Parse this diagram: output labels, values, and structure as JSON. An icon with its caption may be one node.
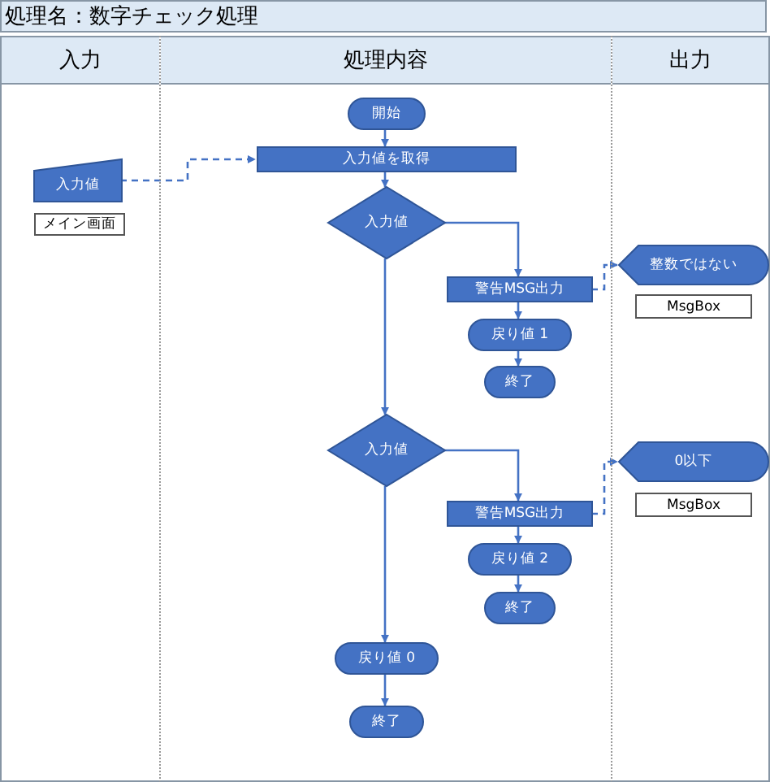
{
  "diagram": {
    "title": "処理名：数字チェック処理",
    "nodes": [
      {
        "text": [
          "入力"
        ]
      },
      {
        "text": [
          "処理内容"
        ]
      },
      {
        "text": [
          "出力"
        ]
      },
      {
        "text": [
          "入力値"
        ],
        "in": 0
      },
      {
        "text": [
          "メイン画面"
        ],
        "in": 0
      },
      {
        "text": [
          "開始"
        ],
        "in": 1
      },
      {
        "text": [
          "入力値を取得"
        ],
        "in": 1
      },
      {
        "text": [
          "入力値"
        ],
        "in": 1
      },
      {
        "text": [
          "警告MSG出力"
        ],
        "in": 1
      },
      {
        "text": [
          "戻り値 1"
        ],
        "in": 1
      },
      {
        "text": [
          "終了"
        ],
        "in": 1
      },
      {
        "text": [
          "入力値"
        ],
        "in": 1
      },
      {
        "text": [
          "警告MSG出力"
        ],
        "in": 1
      },
      {
        "text": [
          "戻り値 2"
        ],
        "in": 1
      },
      {
        "text": [
          "終了"
        ],
        "in": 1
      },
      {
        "text": [
          "戻り値 0"
        ],
        "in": 1
      },
      {
        "text": [
          "終了"
        ],
        "in": 1
      },
      {
        "text": [
          "整数ではない"
        ],
        "in": 2
      },
      {
        "text": [
          "MsgBox"
        ],
        "in": 2
      },
      {
        "text": [
          "0以下"
        ],
        "in": 2
      },
      {
        "text": [
          "MsgBox"
        ],
        "in": 2
      }
    ],
    "edges": [
      {
        "from": 3,
        "to": 6,
        "arrow": "to",
        "style": "dashed"
      },
      {
        "from": 5,
        "to": 6,
        "arrow": "to"
      },
      {
        "from": 6,
        "to": 7,
        "arrow": "to"
      },
      {
        "from": 7,
        "to": 8,
        "arrow": "to"
      },
      {
        "from": 8,
        "to": 9,
        "arrow": "to"
      },
      {
        "from": 9,
        "to": 10,
        "arrow": "to"
      },
      {
        "from": 7,
        "to": 11,
        "arrow": "to"
      },
      {
        "from": 11,
        "to": 12,
        "arrow": "to"
      },
      {
        "from": 12,
        "to": 13,
        "arrow": "to"
      },
      {
        "from": 13,
        "to": 14,
        "arrow": "to"
      },
      {
        "from": 11,
        "to": 15,
        "arrow": "to"
      },
      {
        "from": 15,
        "to": 16,
        "arrow": "to"
      },
      {
        "from": 8,
        "to": 17,
        "arrow": "to",
        "style": "dashed"
      },
      {
        "from": 12,
        "to": 19,
        "arrow": "to",
        "style": "dashed"
      }
    ]
  }
}
